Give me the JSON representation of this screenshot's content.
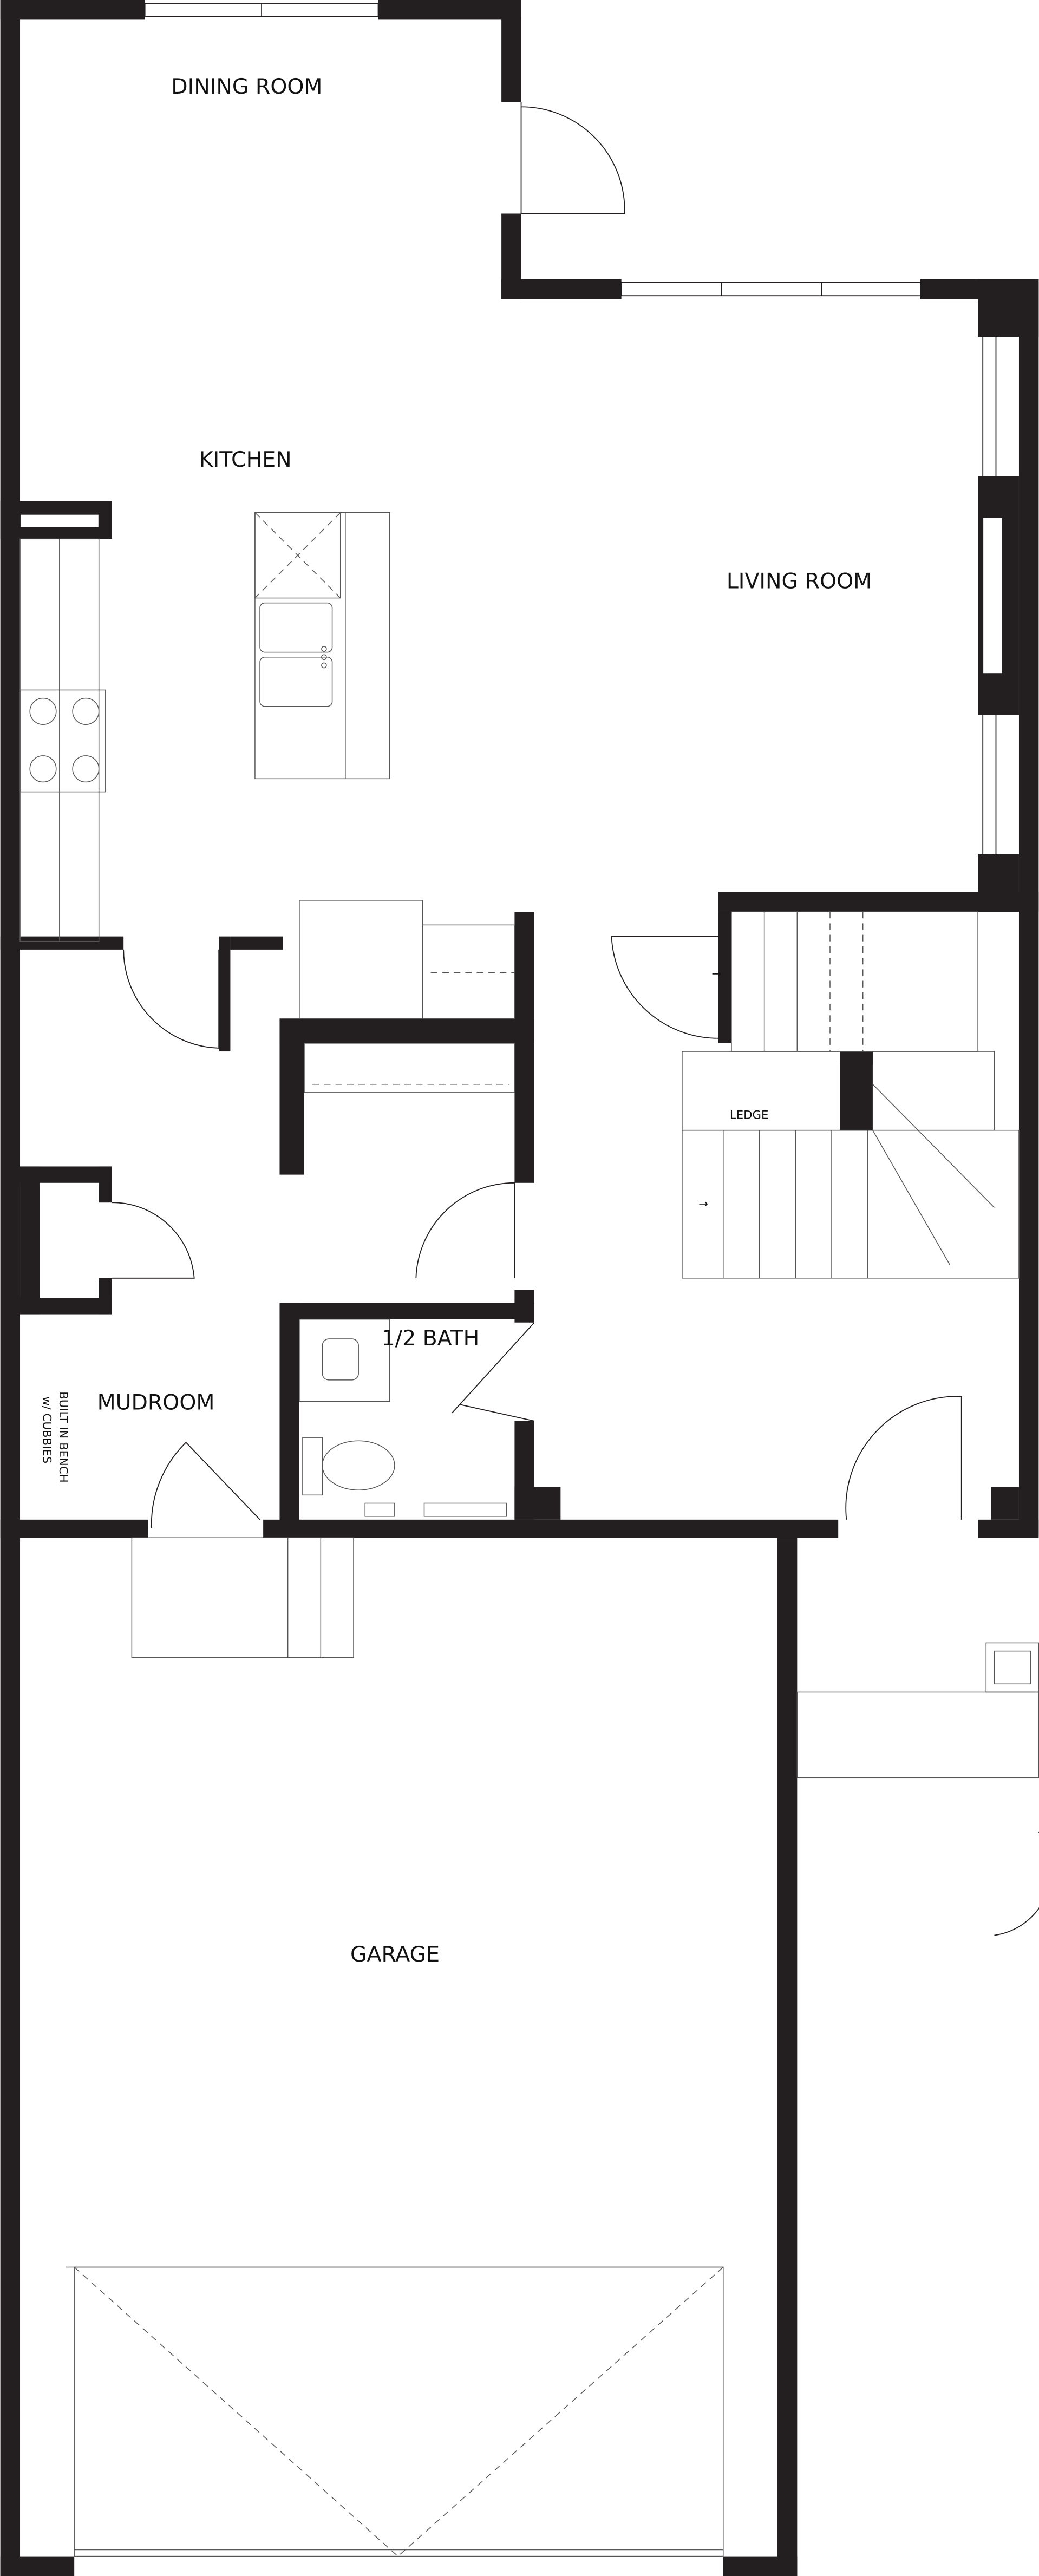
{
  "plan": {
    "rooms": {
      "dining_room": "DINING ROOM",
      "kitchen": "KITCHEN",
      "living_room": "LIVING ROOM",
      "ledge": "LEDGE",
      "half_bath": "1/2 BATH",
      "mudroom": "MUDROOM",
      "bench_line1": "BUILT IN BENCH",
      "bench_line2": "w/ CUBBIES",
      "garage": "GARAGE"
    },
    "colors": {
      "wall": "#231f20",
      "background": "#ffffff"
    }
  }
}
